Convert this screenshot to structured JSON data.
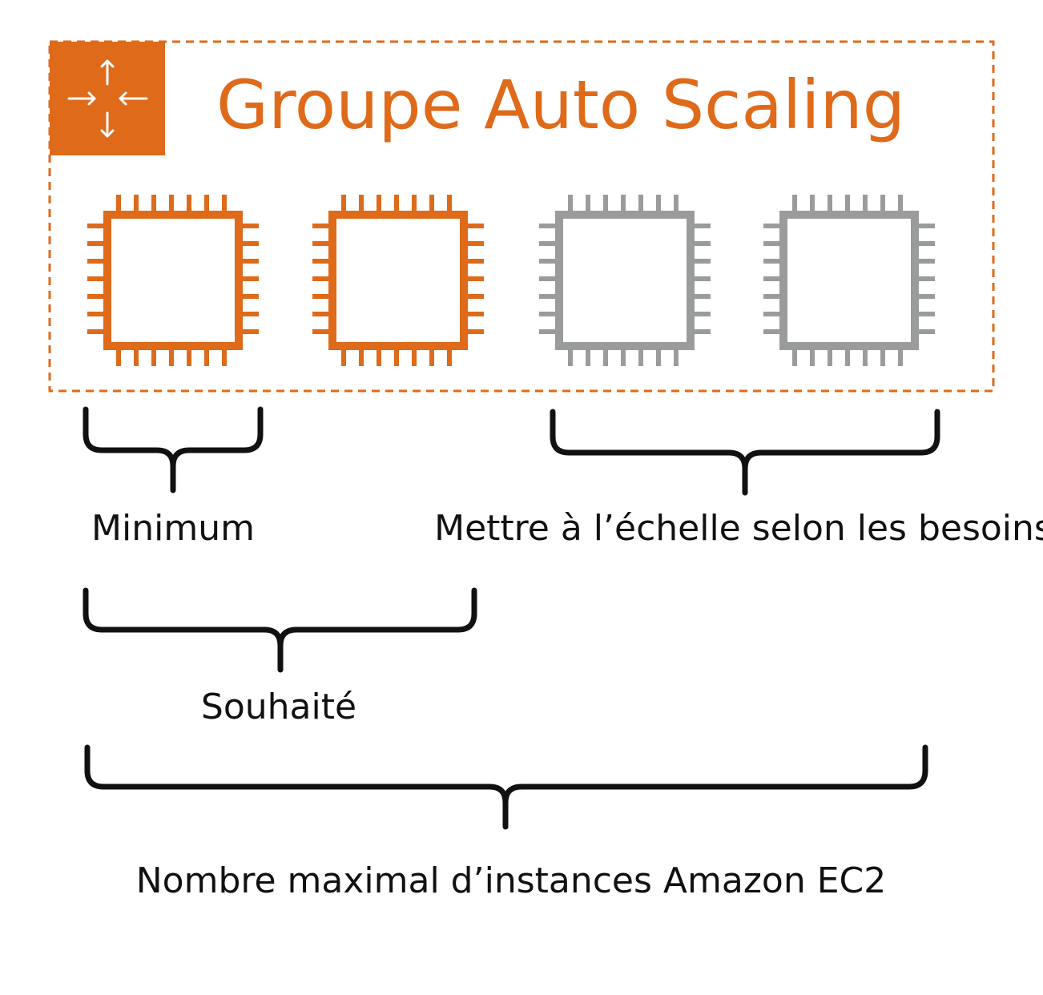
{
  "group": {
    "title": "Groupe Auto Scaling",
    "icon": "auto-scaling-arrows-icon",
    "accent_color": "#DE6A1A",
    "border_style": "dashed"
  },
  "instances": [
    {
      "state": "active",
      "icon": "ec2-instance-chip-icon",
      "color": "#DE6A1A"
    },
    {
      "state": "active",
      "icon": "ec2-instance-chip-icon",
      "color": "#DE6A1A"
    },
    {
      "state": "inactive",
      "icon": "ec2-instance-chip-icon",
      "color": "#9A9C9B"
    },
    {
      "state": "inactive",
      "icon": "ec2-instance-chip-icon",
      "color": "#9A9C9B"
    }
  ],
  "labels": {
    "minimum": "Minimum",
    "scale": "Mettre à l’échelle selon les besoins",
    "desired": "Souhaité",
    "maximum": "Nombre maximal d’instances Amazon EC2"
  }
}
